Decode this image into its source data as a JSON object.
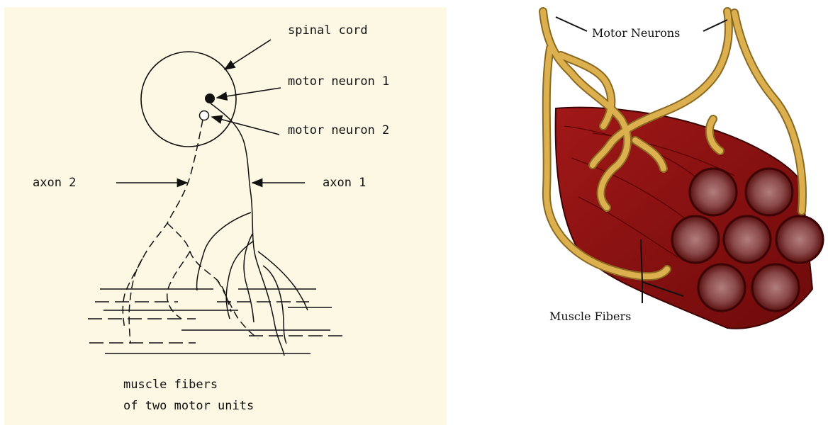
{
  "left_diagram": {
    "background": "#fdf8e4",
    "labels": {
      "spinal_cord": "spinal cord",
      "motor_neuron_1": "motor neuron 1",
      "motor_neuron_2": "motor neuron 2",
      "axon_2": "axon 2",
      "axon_1": "axon 1",
      "caption_line1": "muscle fibers",
      "caption_line2": "of two motor units"
    }
  },
  "right_diagram": {
    "colors": {
      "nerve": "#dcb04e",
      "nerve_outline": "#8a6a22",
      "muscle": "#8f1212",
      "muscle_dark": "#5e0808"
    },
    "labels": {
      "motor_neurons": "Motor Neurons",
      "muscle_fibers": "Muscle Fibers"
    }
  }
}
